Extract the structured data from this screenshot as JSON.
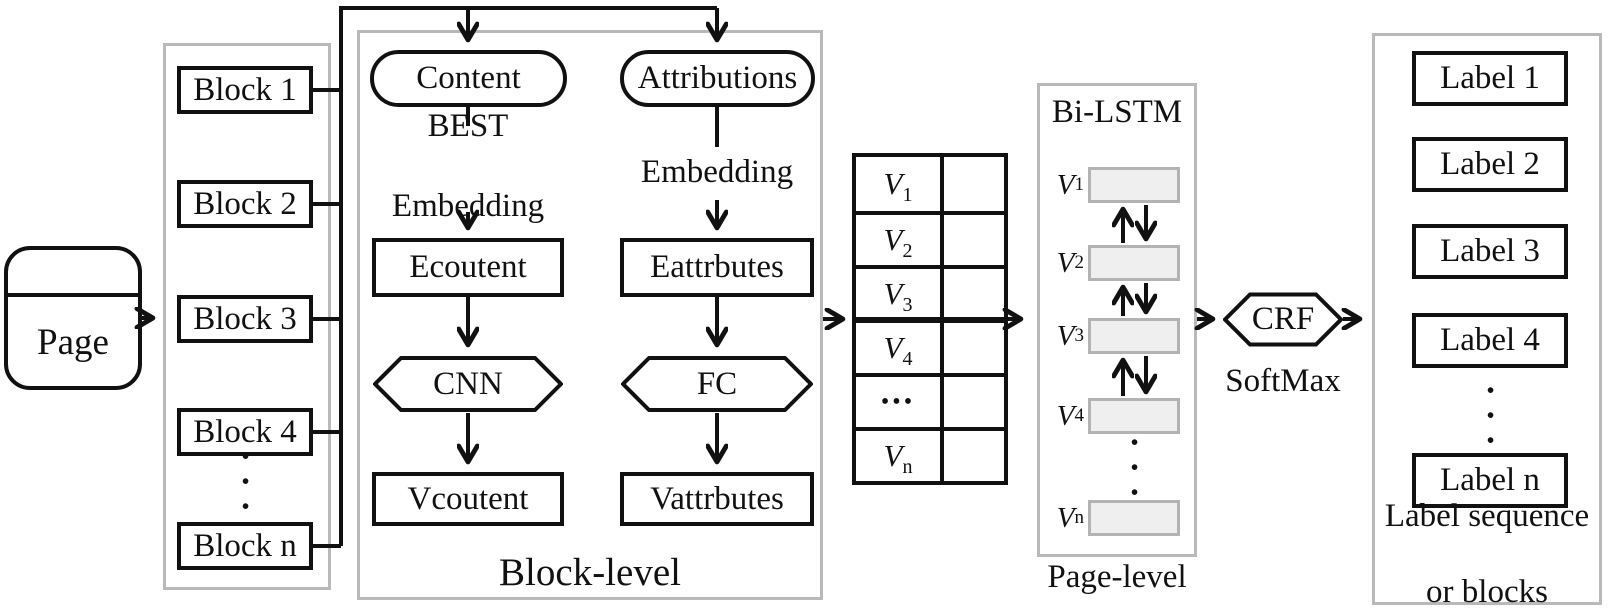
{
  "page_node": {
    "label": "Page"
  },
  "left_panel": {
    "blocks": [
      "Block 1",
      "Block 2",
      "Block 3",
      "Block 4",
      "Block n"
    ],
    "ellipsis": "•••"
  },
  "block_level": {
    "title": "Block-level",
    "content_branch": {
      "input": "Content",
      "embedding_line1": "BEST",
      "embedding_line2": "Embedding",
      "encoder_box": "Ecoutent",
      "processor": "CNN",
      "vector_box": "Vcoutent"
    },
    "attribution_branch": {
      "input": "Attributions",
      "embedding": "Embedding",
      "encoder_box": "Eattrbutes",
      "processor": "FC",
      "vector_box": "Vattrbutes"
    }
  },
  "vector_table": {
    "rows": [
      {
        "base": "V",
        "sub": "1"
      },
      {
        "base": "V",
        "sub": "2"
      },
      {
        "base": "V",
        "sub": "3"
      },
      {
        "base": "V",
        "sub": "4"
      },
      {
        "base": "•••",
        "sub": ""
      },
      {
        "base": "V",
        "sub": "n"
      }
    ]
  },
  "page_level": {
    "title": "Bi-LSTM",
    "caption": "Page-level",
    "rows": [
      {
        "base": "V",
        "sub": "1"
      },
      {
        "base": "V",
        "sub": "2"
      },
      {
        "base": "V",
        "sub": "3"
      },
      {
        "base": "V",
        "sub": "4"
      },
      {
        "base": "V",
        "sub": "n"
      }
    ],
    "ellipsis": "•••"
  },
  "crf": {
    "label": "CRF",
    "sublabel": "SoftMax"
  },
  "output_panel": {
    "labels": [
      "Label 1",
      "Label 2",
      "Label 3",
      "Label 4",
      "Label n"
    ],
    "ellipsis": "•••",
    "caption_line1": "Label sequence",
    "caption_line2": "or blocks"
  },
  "colors": {
    "line": "#111111",
    "container_border": "#b9b9b9",
    "lstm_fill": "#efefef",
    "lstm_border": "#b3b3b3",
    "background": "#ffffff"
  }
}
